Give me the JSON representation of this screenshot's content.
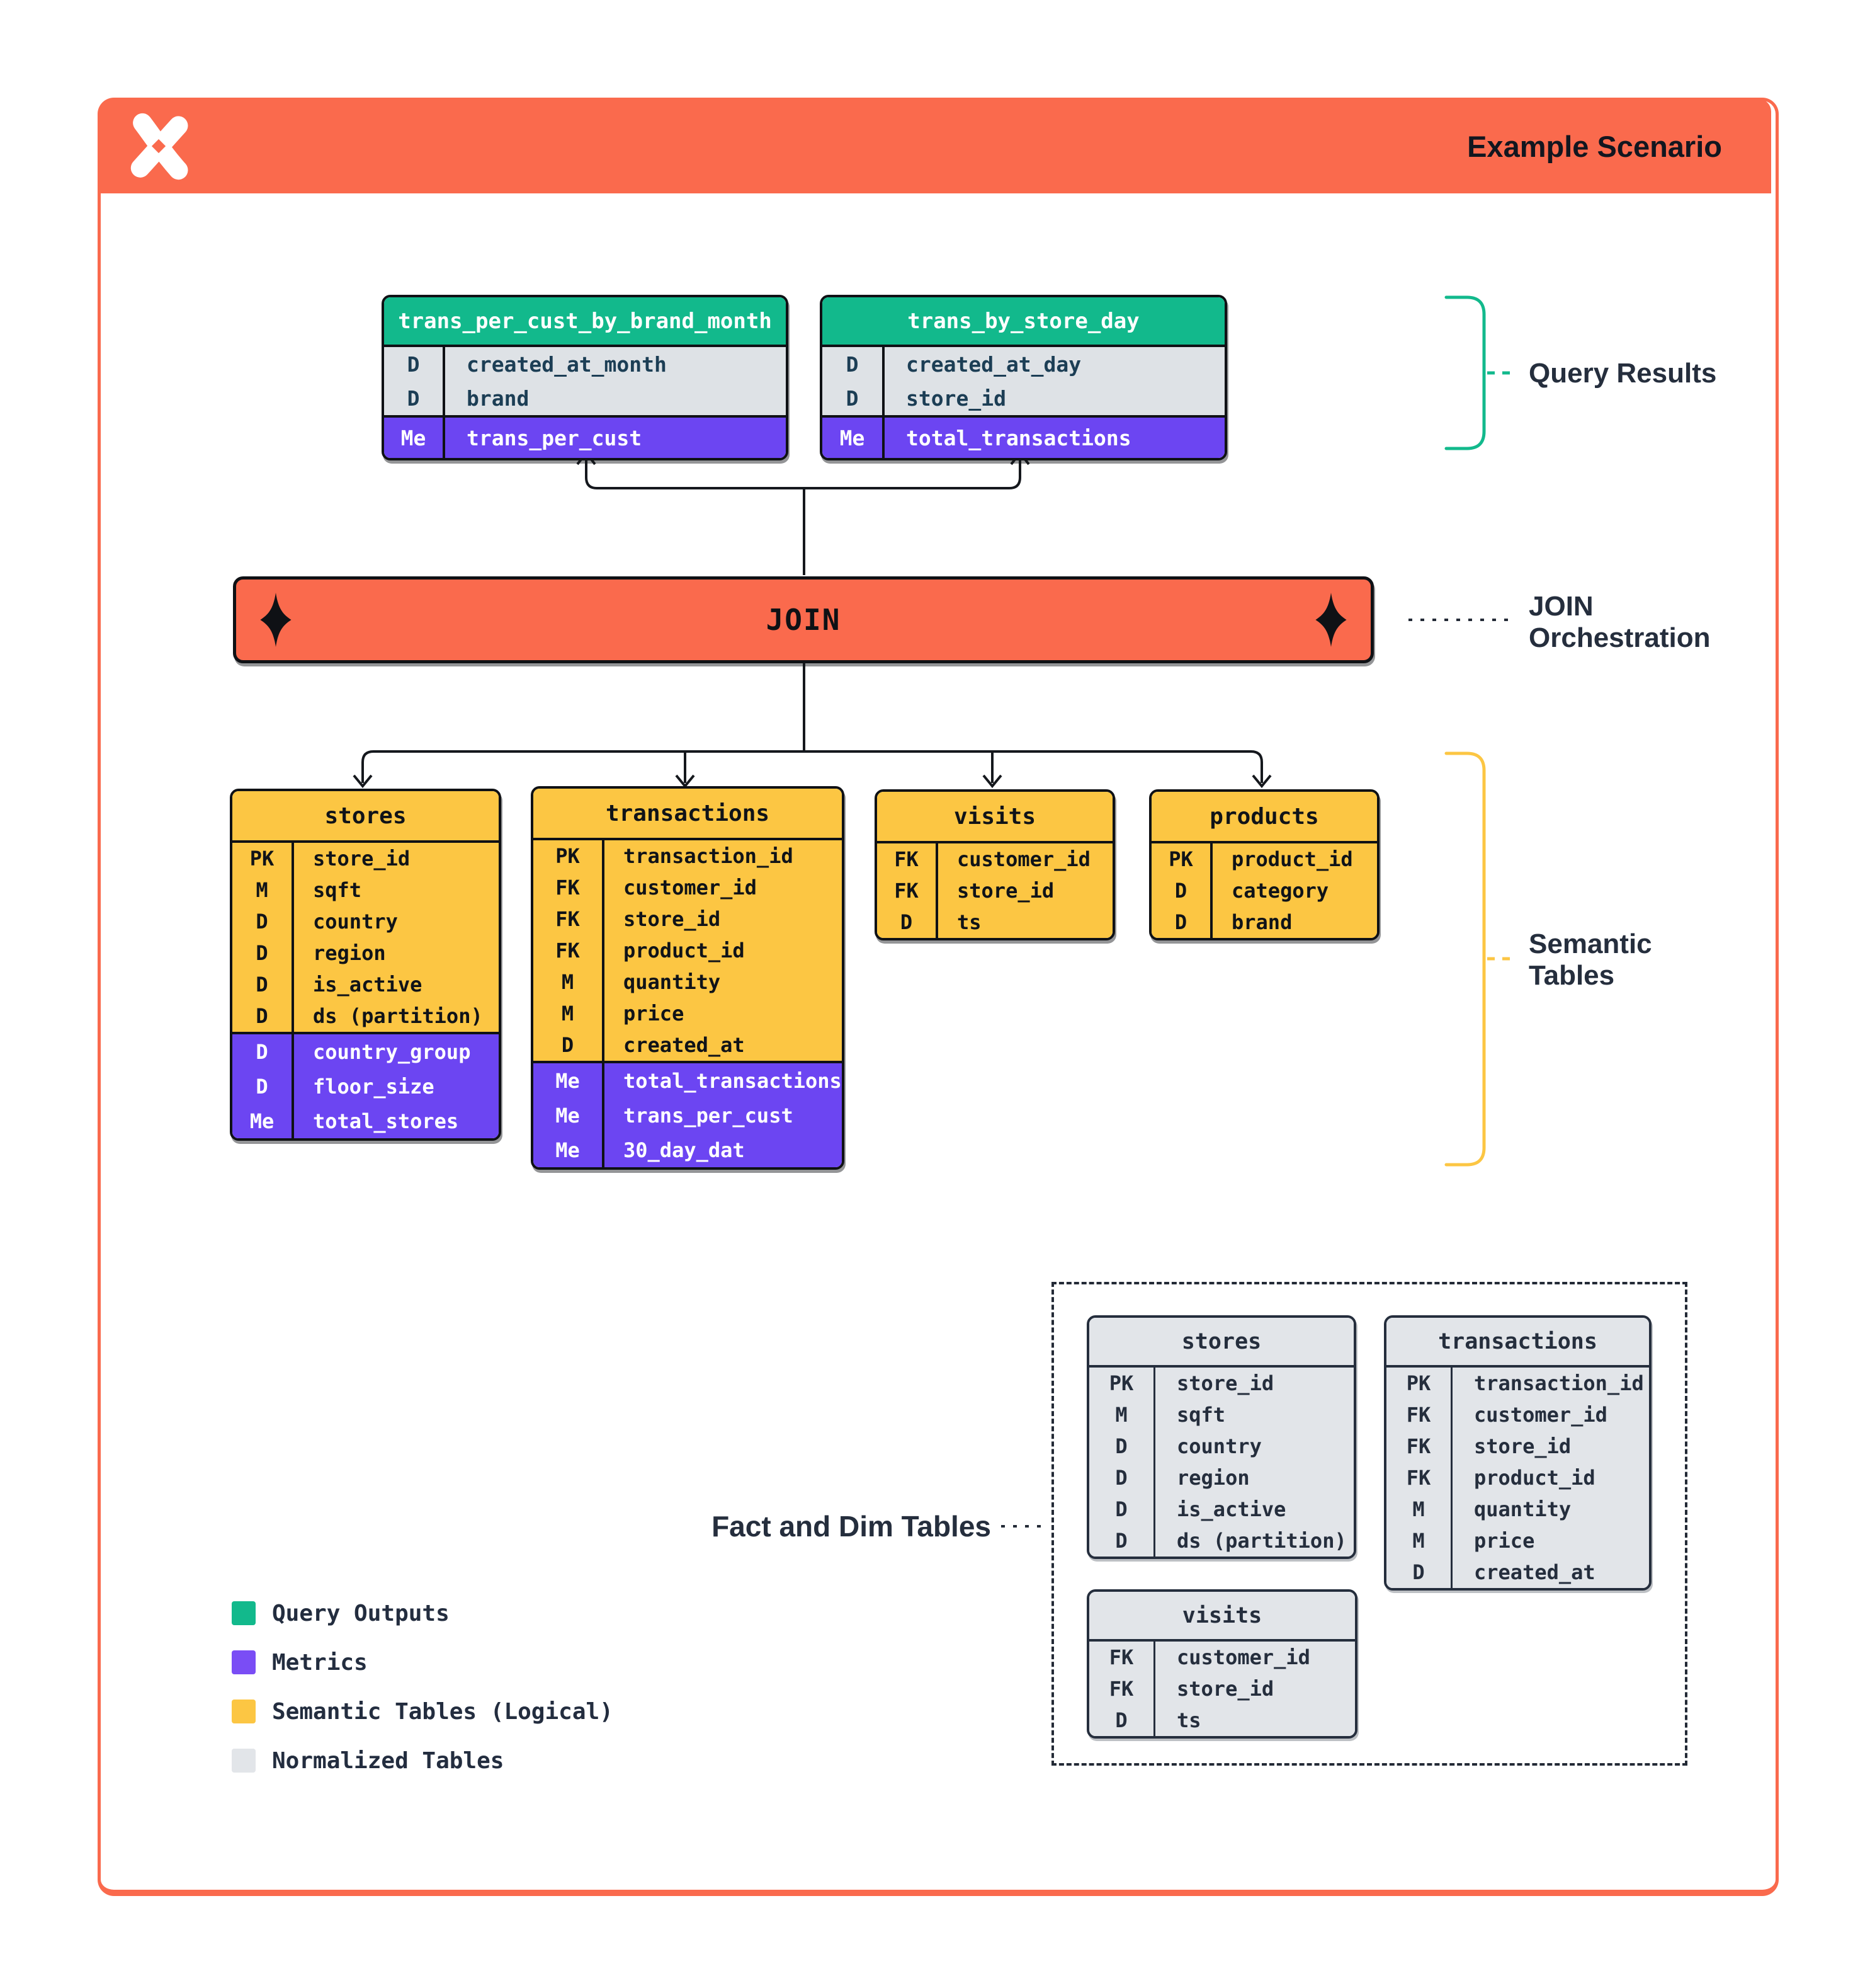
{
  "header": {
    "title": "Example Scenario",
    "logo": "pinwheel-x-logo"
  },
  "join_bar": {
    "label": "JOIN"
  },
  "annotations": {
    "query_results": "Query Results",
    "join_orchestration": [
      "JOIN",
      "Orchestration"
    ],
    "semantic_tables": [
      "Semantic",
      "Tables"
    ],
    "fact_and_dim": "Fact and Dim Tables"
  },
  "query_result_tables": [
    {
      "name": "trans_per_cust_by_brand_month",
      "sections": [
        {
          "kind": "plain",
          "rows": [
            [
              "D",
              "created_at_month"
            ],
            [
              "D",
              "brand"
            ]
          ]
        },
        {
          "kind": "metrics",
          "rows": [
            [
              "Me",
              "trans_per_cust"
            ]
          ]
        }
      ]
    },
    {
      "name": "trans_by_store_day",
      "sections": [
        {
          "kind": "plain",
          "rows": [
            [
              "D",
              "created_at_day"
            ],
            [
              "D",
              "store_id"
            ]
          ]
        },
        {
          "kind": "metrics",
          "rows": [
            [
              "Me",
              "total_transactions"
            ]
          ]
        }
      ]
    }
  ],
  "semantic_tables": [
    {
      "name": "stores",
      "sections": [
        {
          "kind": "plain",
          "rows": [
            [
              "PK",
              "store_id"
            ],
            [
              "M",
              "sqft"
            ],
            [
              "D",
              "country"
            ],
            [
              "D",
              "region"
            ],
            [
              "D",
              "is_active"
            ],
            [
              "D",
              "ds (partition)"
            ]
          ]
        },
        {
          "kind": "metrics",
          "rows": [
            [
              "D",
              "country_group"
            ],
            [
              "D",
              "floor_size"
            ],
            [
              "Me",
              "total_stores"
            ]
          ]
        }
      ]
    },
    {
      "name": "transactions",
      "sections": [
        {
          "kind": "plain",
          "rows": [
            [
              "PK",
              "transaction_id"
            ],
            [
              "FK",
              "customer_id"
            ],
            [
              "FK",
              "store_id"
            ],
            [
              "FK",
              "product_id"
            ],
            [
              "M",
              "quantity"
            ],
            [
              "M",
              "price"
            ],
            [
              "D",
              "created_at"
            ]
          ]
        },
        {
          "kind": "metrics",
          "rows": [
            [
              "Me",
              "total_transactions"
            ],
            [
              "Me",
              "trans_per_cust"
            ],
            [
              "Me",
              "30_day_dat"
            ]
          ]
        }
      ]
    },
    {
      "name": "visits",
      "sections": [
        {
          "kind": "plain",
          "rows": [
            [
              "FK",
              "customer_id"
            ],
            [
              "FK",
              "store_id"
            ],
            [
              "D",
              "ts"
            ]
          ]
        }
      ]
    },
    {
      "name": "products",
      "sections": [
        {
          "kind": "plain",
          "rows": [
            [
              "PK",
              "product_id"
            ],
            [
              "D",
              "category"
            ],
            [
              "D",
              "brand"
            ]
          ]
        }
      ]
    }
  ],
  "normalized_tables": [
    {
      "name": "stores",
      "sections": [
        {
          "kind": "plain",
          "rows": [
            [
              "PK",
              "store_id"
            ],
            [
              "M",
              "sqft"
            ],
            [
              "D",
              "country"
            ],
            [
              "D",
              "region"
            ],
            [
              "D",
              "is_active"
            ],
            [
              "D",
              "ds (partition)"
            ]
          ]
        }
      ]
    },
    {
      "name": "transactions",
      "sections": [
        {
          "kind": "plain",
          "rows": [
            [
              "PK",
              "transaction_id"
            ],
            [
              "FK",
              "customer_id"
            ],
            [
              "FK",
              "store_id"
            ],
            [
              "FK",
              "product_id"
            ],
            [
              "M",
              "quantity"
            ],
            [
              "M",
              "price"
            ],
            [
              "D",
              "created_at"
            ]
          ]
        }
      ]
    },
    {
      "name": "visits",
      "sections": [
        {
          "kind": "plain",
          "rows": [
            [
              "FK",
              "customer_id"
            ],
            [
              "FK",
              "store_id"
            ],
            [
              "D",
              "ts"
            ]
          ]
        }
      ]
    }
  ],
  "legend": {
    "items": [
      {
        "label": "Query Outputs",
        "color": "#12B98C"
      },
      {
        "label": "Metrics",
        "color": "#7A4DF5"
      },
      {
        "label": "Semantic Tables (Logical)",
        "color": "#FCC643"
      },
      {
        "label": "Normalized Tables",
        "color": "#E2E5E9"
      }
    ]
  },
  "colors": {
    "accent_orange": "#FA6A4D",
    "green": "#12B98C",
    "purple": "#6C45F2",
    "yellow": "#FCC643",
    "normalized_gray": "#E2E5E9",
    "ink": "#252E3D"
  }
}
